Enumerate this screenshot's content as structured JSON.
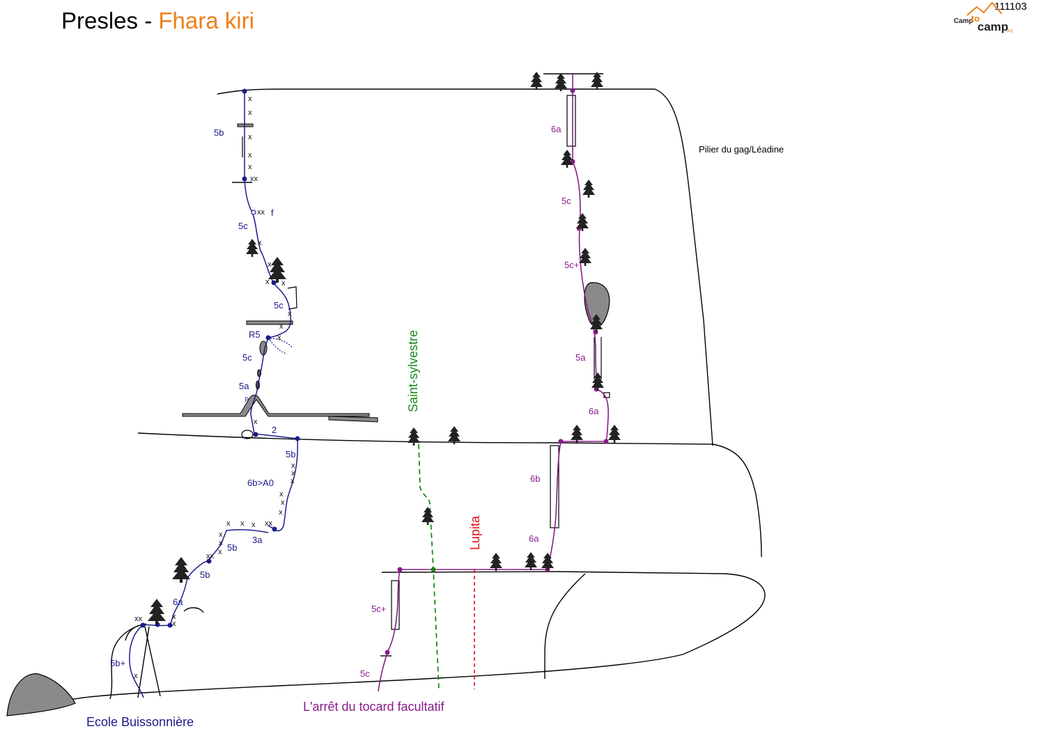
{
  "header": {
    "site": "Presles -",
    "route": "Fhara kiri",
    "topo_id": "111103",
    "logo_text": [
      "Camp",
      "to",
      "camp",
      ".org"
    ]
  },
  "colors": {
    "fhara_kiri": "#1b1b8a",
    "pilier": "#8a1a8a",
    "saint_sylvestre": "#1a8a1a",
    "lupita": "#e01010",
    "title_accent": "#f07f17",
    "rock": "#888888"
  },
  "routes": {
    "ecole_buissonniere": "Ecole Buissonnière",
    "arret_tocard": "L'arrêt du tocard facultatif",
    "saint_sylvestre": "Saint-sylvestre",
    "lupita": "Lupita",
    "pilier": "Pilier du gag/Léadine"
  },
  "grades": {
    "left": {
      "p1": "5b+",
      "p2": "6a",
      "p3": "5b",
      "p4": "5b",
      "p5": "3a",
      "p6": "6b>A0",
      "p7": "5b",
      "p8": "2",
      "p9": "5a",
      "p10": "5c",
      "p11": "R5",
      "p12": "5c",
      "p13": "5c",
      "p14": "f",
      "p15": "5b"
    },
    "right": {
      "p1": "6a",
      "p2": "5c",
      "p3": "5c+",
      "p4": "5a",
      "p5": "6a",
      "p6": "6b",
      "p7": "6a",
      "p8": "5c+",
      "p9": "5c"
    }
  },
  "markers": {
    "bolt": "x",
    "bolt_pair": "xx",
    "piton": "P"
  },
  "icons": [
    "tree-icon",
    "belay-icon",
    "chimney-icon",
    "rock-outcrop-icon"
  ]
}
